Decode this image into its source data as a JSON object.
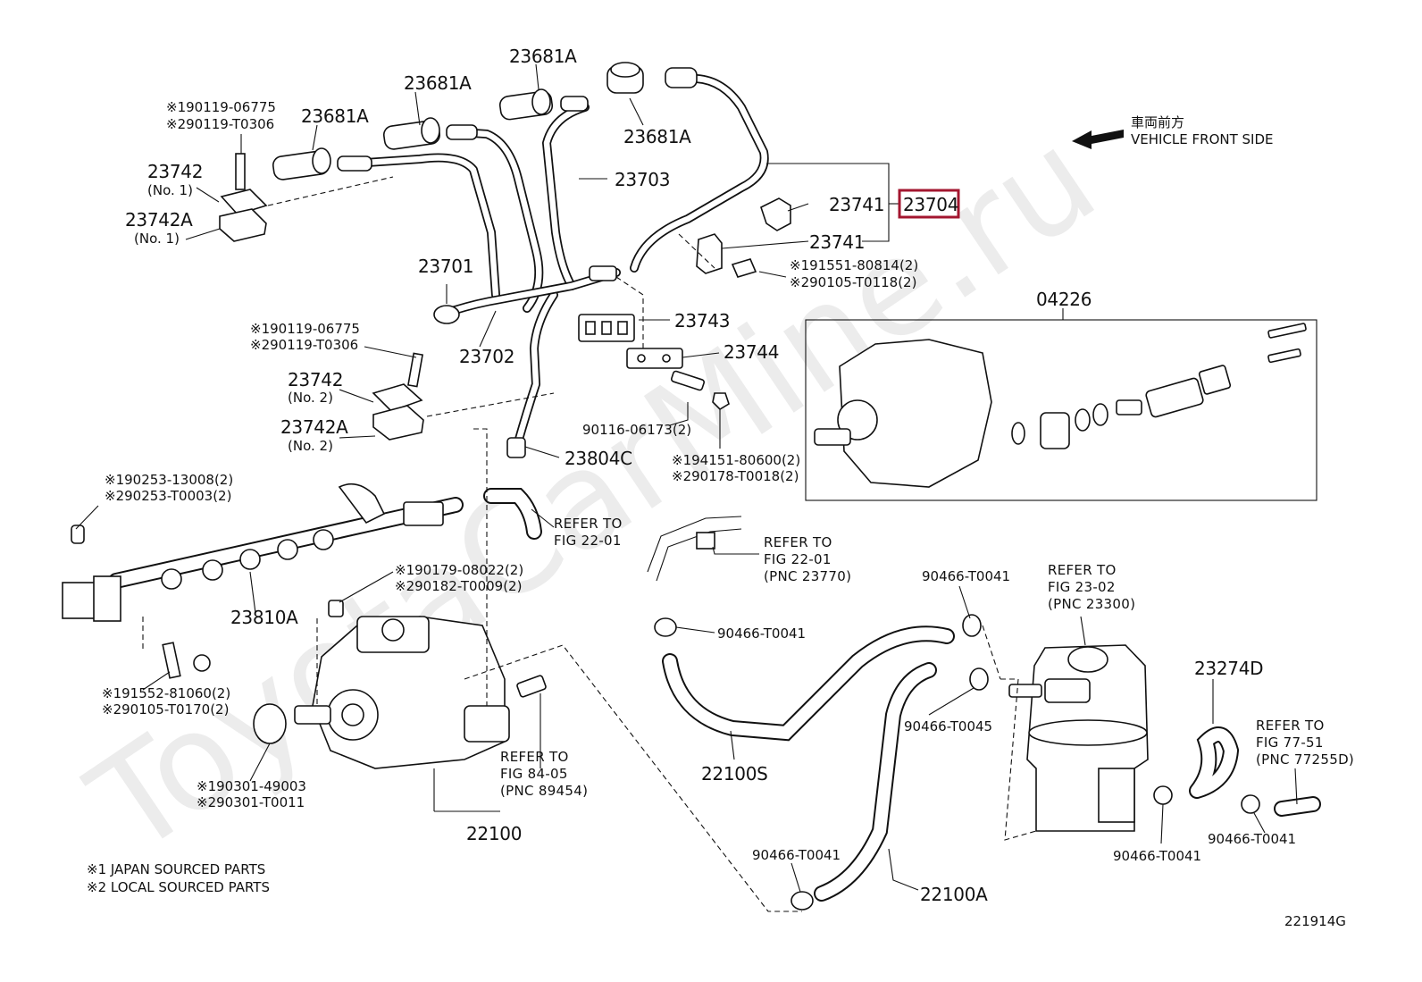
{
  "labels": {
    "p23681A_1": "23681A",
    "p23681A_2": "23681A",
    "p23681A_3": "23681A",
    "p23681A_4": "23681A",
    "p23703": "23703",
    "p23741_a": "23741",
    "p23741_b": "23741",
    "p23704": "23704",
    "p23742_1": "23742",
    "p23742_1_sub": "(No. 1)",
    "p23742A_1": "23742A",
    "p23742A_1_sub": "(No. 1)",
    "p23742_2": "23742",
    "p23742_2_sub": "(No. 2)",
    "p23742A_2": "23742A",
    "p23742A_2_sub": "(No. 2)",
    "p23701": "23701",
    "p23702": "23702",
    "p23743": "23743",
    "p23744": "23744",
    "p23804C": "23804C",
    "p23810A": "23810A",
    "p04226": "04226",
    "p22100": "22100",
    "p22100S": "22100S",
    "p22100A": "22100A",
    "p23274D": "23274D",
    "p90116": "90116-06173(2)",
    "c90466_1": "90466-T0041",
    "c90466_2": "90466-T0041",
    "c90466_3": "90466-T0045",
    "c90466_4": "90466-T0041",
    "c90466_5": "90466-T0041",
    "c90466_6": "90466-T0041",
    "b1_l1": "※190119-06775",
    "b1_l2": "※290119-T0306",
    "b2_l1": "※190119-06775",
    "b2_l2": "※290119-T0306",
    "b3_l1": "※191551-80814(2)",
    "b3_l2": "※290105-T0118(2)",
    "b4_l1": "※194151-80600(2)",
    "b4_l2": "※290178-T0018(2)",
    "b5_l1": "※190253-13008(2)",
    "b5_l2": "※290253-T0003(2)",
    "b6_l1": "※190179-08022(2)",
    "b6_l2": "※290182-T0009(2)",
    "b7_l1": "※191552-81060(2)",
    "b7_l2": "※290105-T0170(2)",
    "b8_l1": "※190301-49003",
    "b8_l2": "※290301-T0011",
    "r1_l1": "REFER TO",
    "r1_l2": "FIG 22-01",
    "r2_l1": "REFER TO",
    "r2_l2": "FIG 22-01",
    "r2_l3": "(PNC 23770)",
    "r3_l1": "REFER TO",
    "r3_l2": "FIG 23-02",
    "r3_l3": "(PNC 23300)",
    "r4_l1": "REFER TO",
    "r4_l2": "FIG 84-05",
    "r4_l3": "(PNC 89454)",
    "r5_l1": "REFER TO",
    "r5_l2": "FIG 77-51",
    "r5_l3": "(PNC 77255D)",
    "front_jp": "車両前方",
    "front_en": "VEHICLE FRONT SIDE",
    "legend_1": "※1 JAPAN SOURCED PARTS",
    "legend_2": "※2 LOCAL SOURCED PARTS",
    "fig_code": "221914G",
    "watermark": "ToyotaCarMine.ru"
  },
  "colors": {
    "highlight": "#a3162f",
    "ink": "#111111",
    "watermark": "#e9e9e9"
  }
}
